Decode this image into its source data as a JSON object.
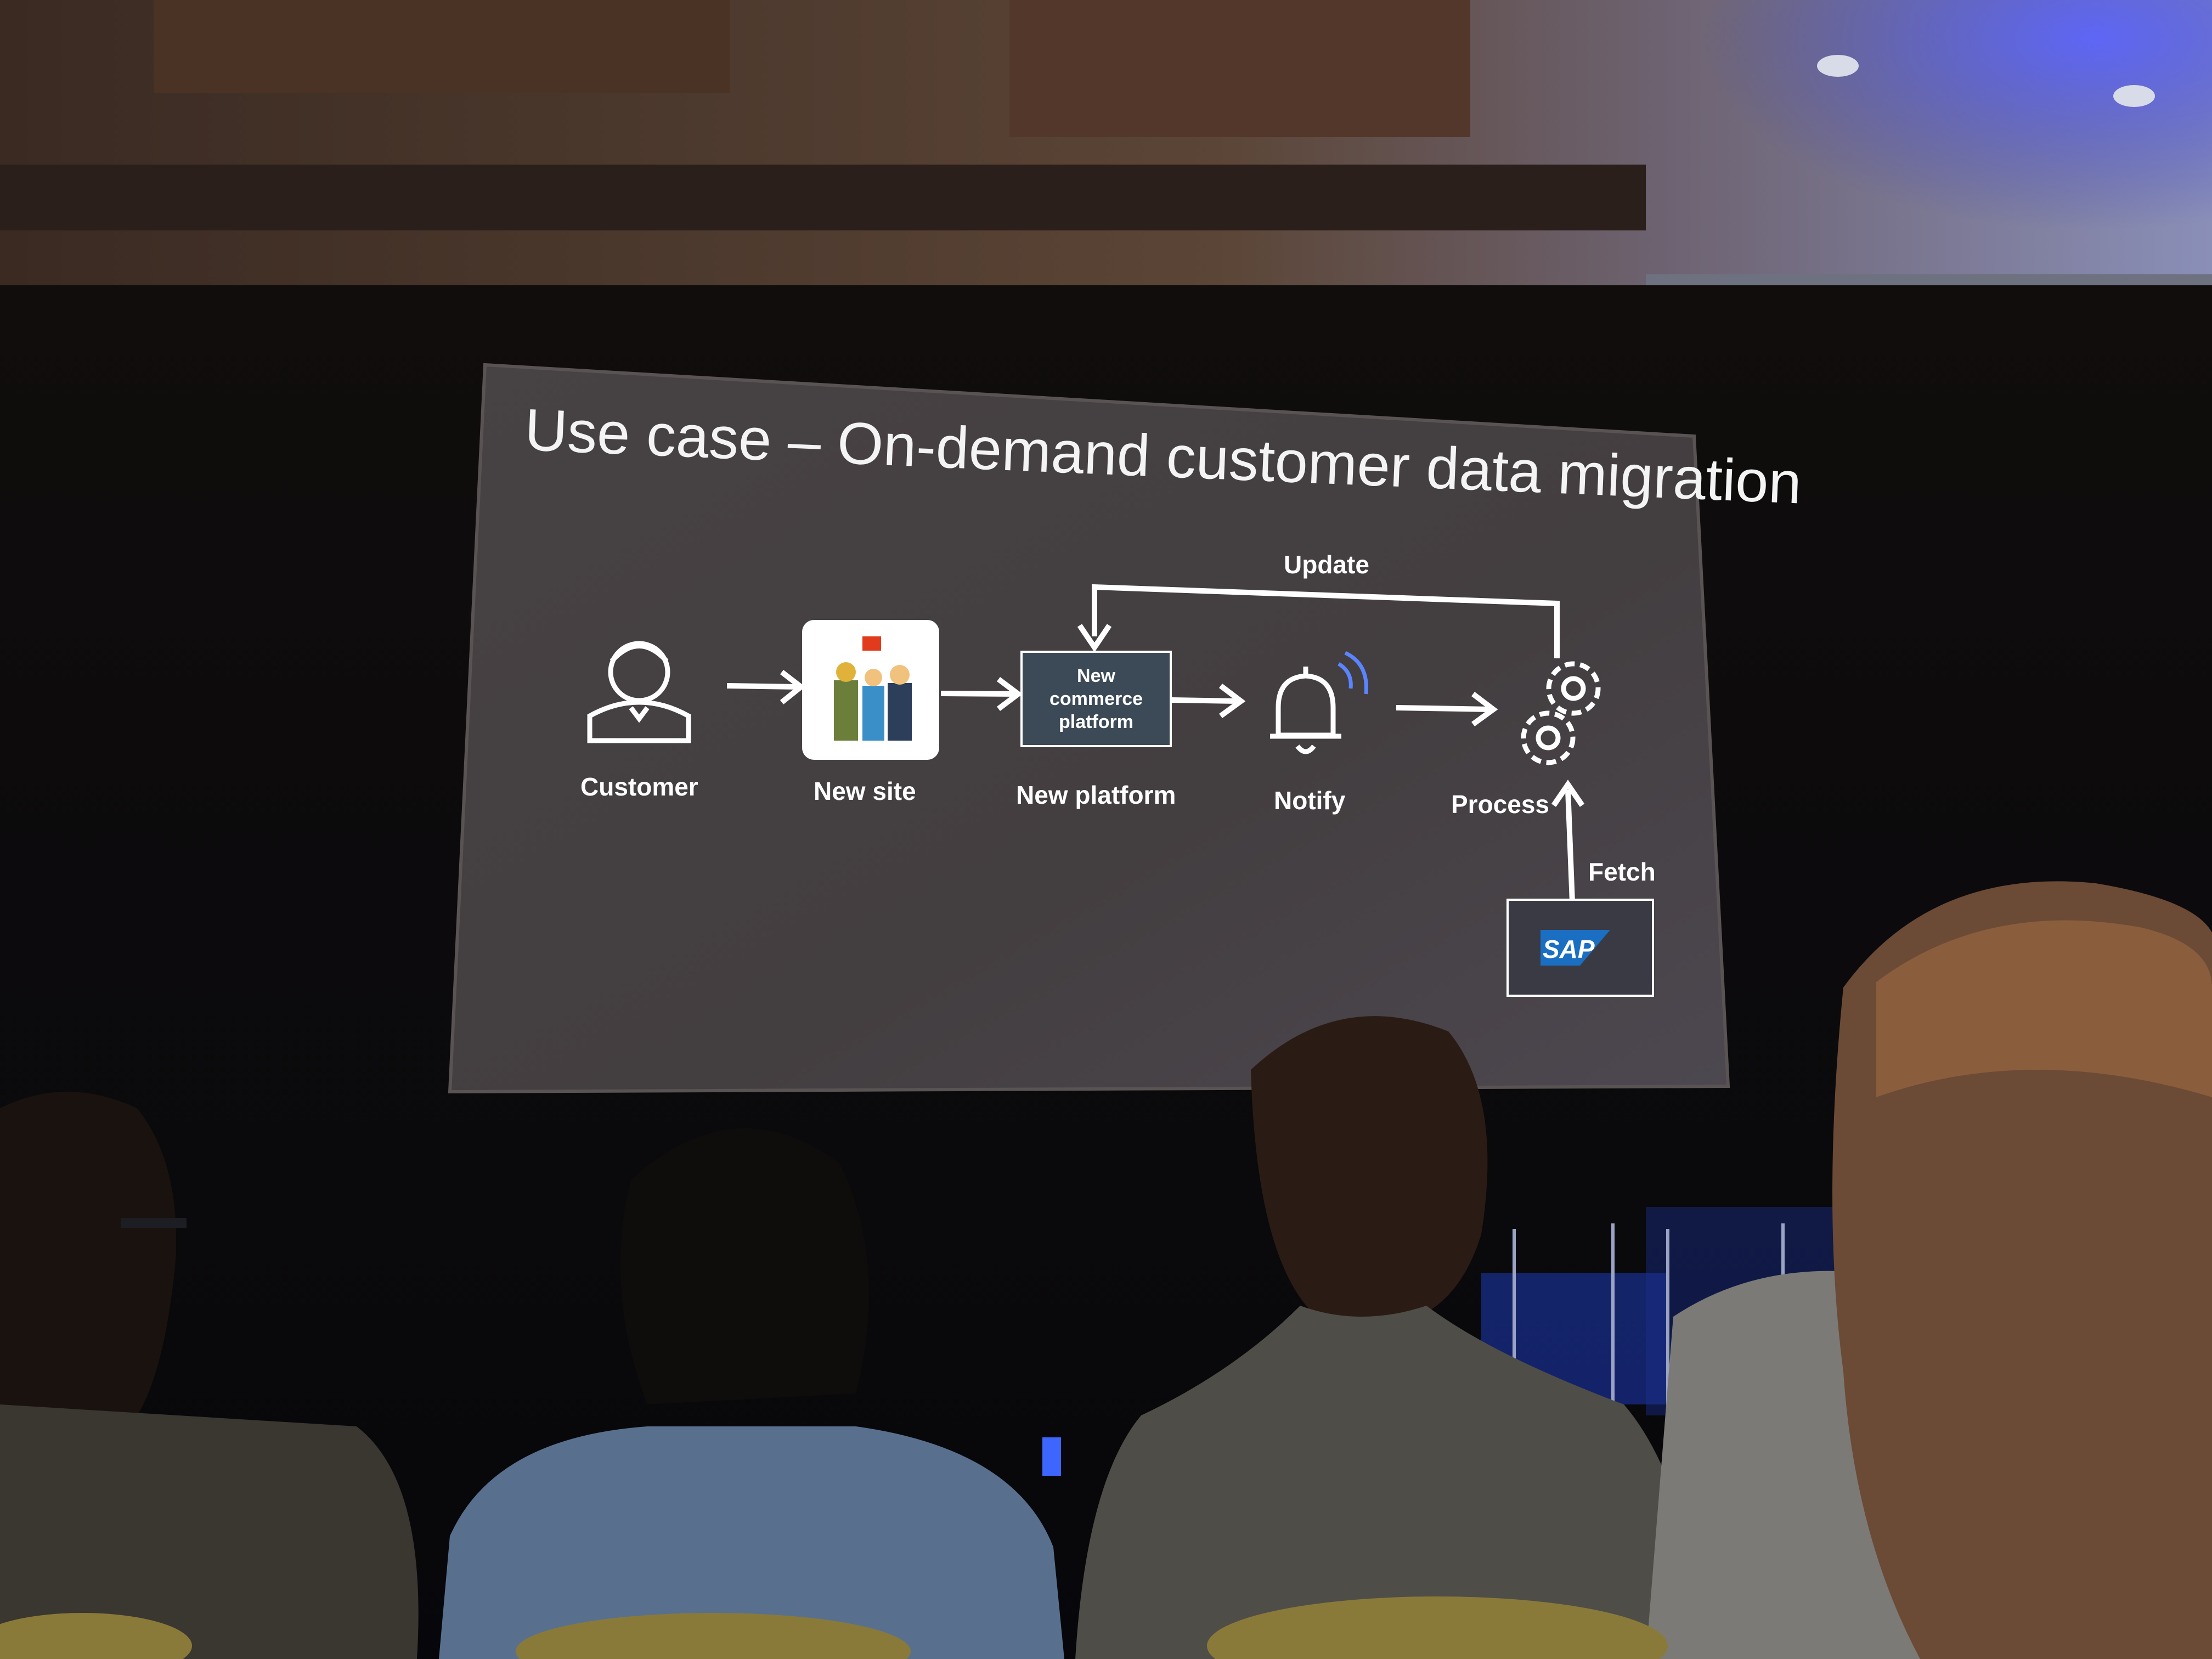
{
  "slide": {
    "title": "Use case – On-demand customer data migration",
    "steps": {
      "customer": "Customer",
      "new_site": "New site",
      "new_platform": "New platform",
      "notify": "Notify",
      "process": "Process"
    },
    "platform_box": [
      "New",
      "commerce",
      "platform"
    ],
    "arrow_labels": {
      "update": "Update",
      "fetch": "Fetch"
    },
    "sap_logo": "SAP"
  },
  "colors": {
    "room_dark": "#0b0908",
    "screen": "#413d3e",
    "screen_edge": "#5a5354",
    "slide_text": "#ffffff",
    "platform_box": "#3c4a57",
    "sap_blue": "#1a6fc2",
    "stage_light": "#2b4cd6"
  }
}
